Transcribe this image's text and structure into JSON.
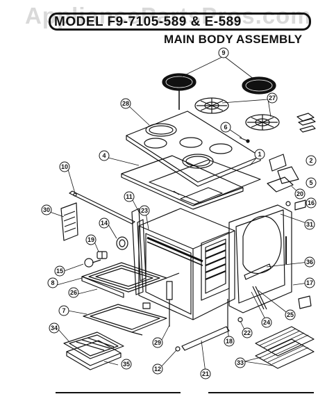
{
  "watermark": "AppliancePartsPros.com",
  "header": {
    "model_title": "MODEL F9-7105-589 & E-589",
    "subtitle": "MAIN BODY ASSEMBLY"
  },
  "callouts": [
    "9",
    "27",
    "28",
    "6",
    "1",
    "4",
    "2",
    "10",
    "11",
    "23",
    "20",
    "5",
    "16",
    "30",
    "14",
    "31",
    "19",
    "15",
    "8",
    "36",
    "17",
    "26",
    "25",
    "24",
    "7",
    "22",
    "18",
    "29",
    "34",
    "12",
    "21",
    "33",
    "35"
  ],
  "colors": {
    "ink": "#111111",
    "watermark": "#d9d9d9"
  }
}
